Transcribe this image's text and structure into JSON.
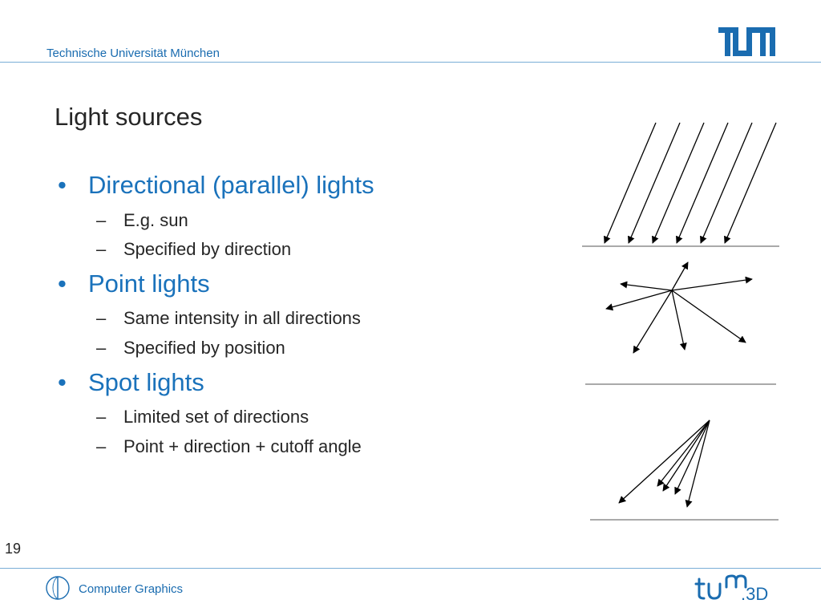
{
  "header": {
    "university": "Technische Universität München",
    "logo_text": "TUM"
  },
  "slide": {
    "title": "Light sources",
    "bullets": [
      {
        "label": "Directional (parallel) lights",
        "subitems": [
          "E.g. sun",
          "Specified by direction"
        ]
      },
      {
        "label": "Point lights",
        "subitems": [
          "Same intensity in all directions",
          "Specified by position"
        ]
      },
      {
        "label": "Spot lights",
        "subitems": [
          "Limited set of directions",
          "Point + direction + cutoff angle"
        ]
      }
    ]
  },
  "footer": {
    "page_number": "19",
    "course": "Computer Graphics",
    "logo_text": "tum.3D"
  },
  "colors": {
    "accent_blue": "#1a72bb",
    "header_blue": "#1a6cb0",
    "rule_blue": "#7aaed6"
  }
}
